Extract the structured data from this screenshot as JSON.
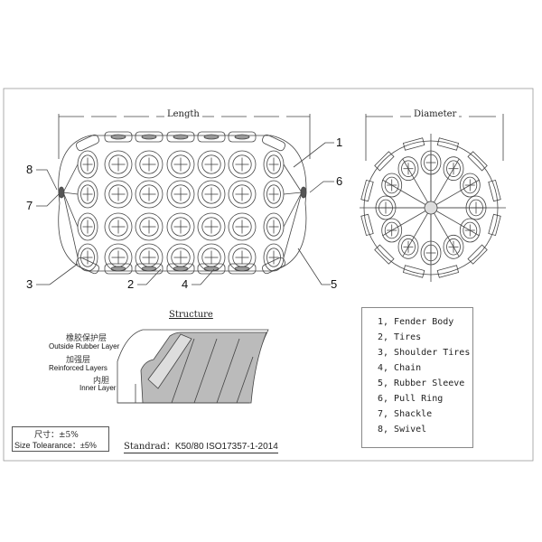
{
  "dimensions": {
    "length": "Length",
    "diameter": "Diameter"
  },
  "callouts": [
    "1",
    "2",
    "3",
    "4",
    "5",
    "6",
    "7",
    "8"
  ],
  "structure": {
    "title": "Structure",
    "outside_cn": "橡胶保护层",
    "outside_en": "Outside Rubber Layer",
    "reinforced_cn": "加强层",
    "reinforced_en": "Reinforced Layers",
    "inner_cn": "内胆",
    "inner_en": "Inner Layer"
  },
  "tolerance": {
    "cn": "尺寸：±5%",
    "en": "Size Tolearance：±5%"
  },
  "standard": {
    "label": "Standrad：",
    "value": "K50/80   ISO17357-1-2014"
  },
  "legend": [
    "1, Fender Body",
    "2, Tires",
    "3, Shoulder Tires",
    "4, Chain",
    "5, Rubber Sleeve",
    "6, Pull Ring",
    "7, Shackle",
    "8, Swivel"
  ]
}
